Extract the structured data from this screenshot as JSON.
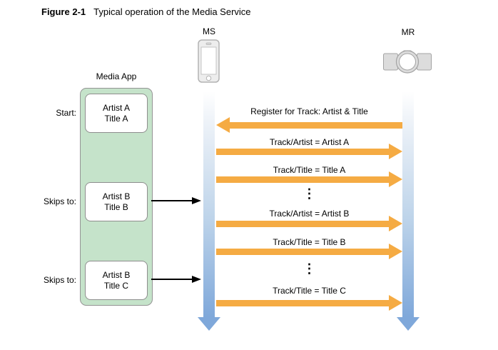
{
  "figure": {
    "label": "Figure 2-1",
    "title": "Typical operation of the Media Service"
  },
  "lifelines": {
    "ms": {
      "label": "MS",
      "icon": "iphone-icon"
    },
    "mr": {
      "label": "MR",
      "icon": "media-remote-icon"
    }
  },
  "media_app": {
    "title": "Media App",
    "tracks": [
      {
        "row_label": "Start:",
        "line1": "Artist A",
        "line2": "Title A"
      },
      {
        "row_label": "Skips to:",
        "line1": "Artist B",
        "line2": "Title B"
      },
      {
        "row_label": "Skips to:",
        "line1": "Artist B",
        "line2": "Title C"
      }
    ]
  },
  "messages": [
    {
      "label": "Register for Track: Artist & Title",
      "direction": "left"
    },
    {
      "label": "Track/Artist = Artist A",
      "direction": "right"
    },
    {
      "label": "Track/Title = Title A",
      "direction": "right"
    },
    {
      "type": "time-gap",
      "glyph": "⋮"
    },
    {
      "label": "Track/Artist = Artist B",
      "direction": "right"
    },
    {
      "label": "Track/Title = Title B",
      "direction": "right"
    },
    {
      "type": "time-gap",
      "glyph": "⋮"
    },
    {
      "label": "Track/Title = Title C",
      "direction": "right"
    }
  ],
  "colors": {
    "message_arrow": "#f5ab43",
    "lifeline_blue": "#7fa8da",
    "app_box_green": "#c5e3ca"
  }
}
